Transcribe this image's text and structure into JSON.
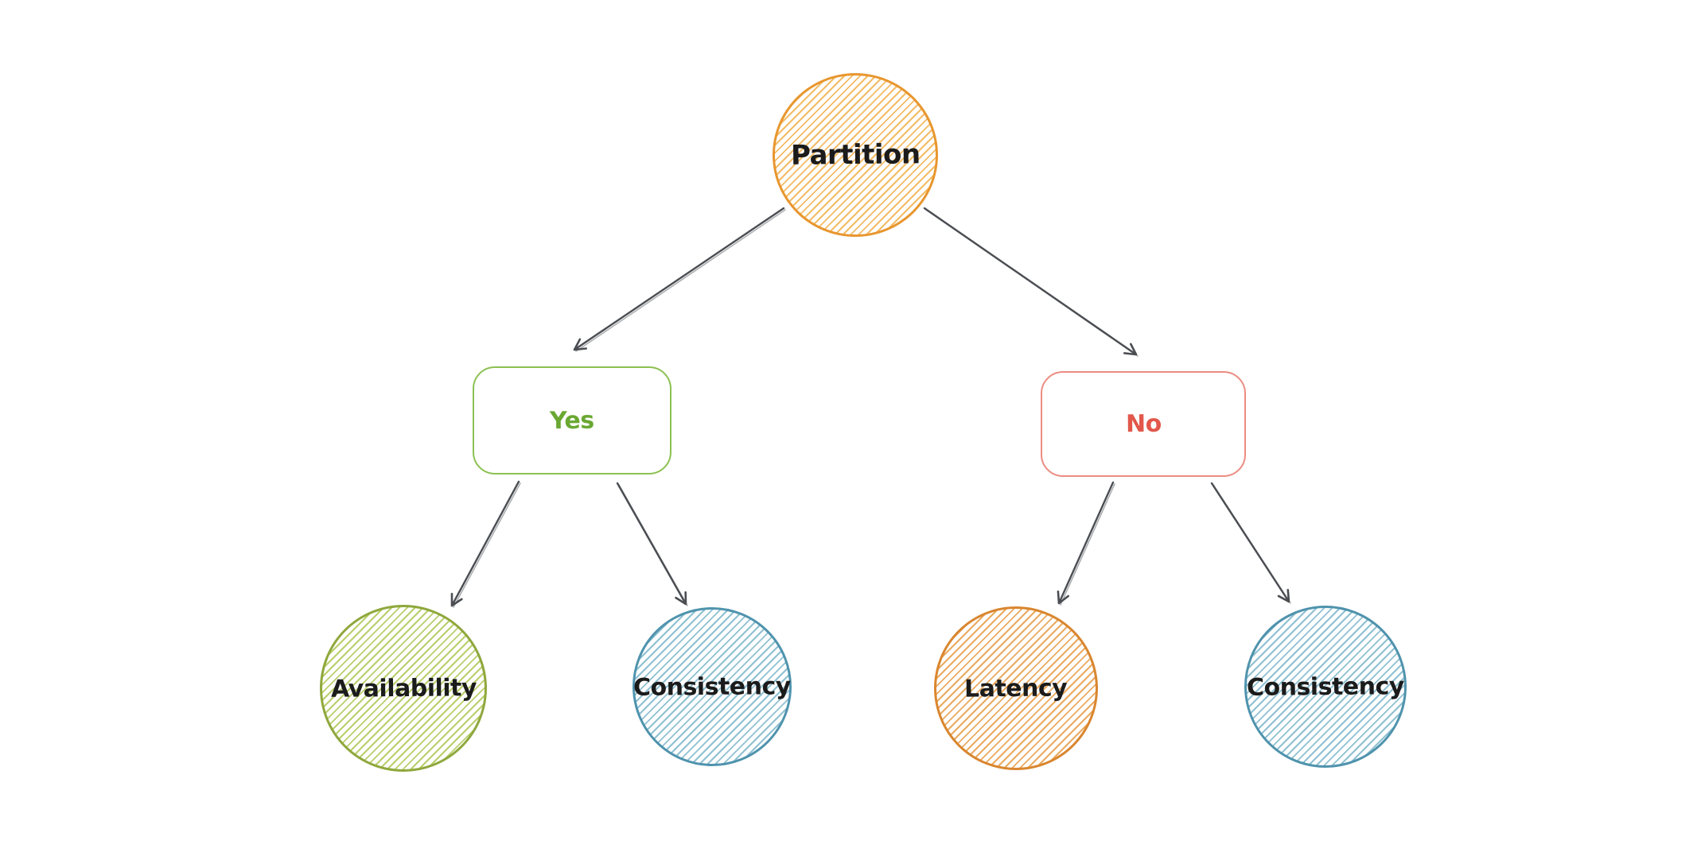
{
  "diagram": {
    "background": "#ffffff",
    "arrow_color": "#4a4d52",
    "nodes": [
      {
        "id": "partition",
        "label": "Partition",
        "shape": "ellipse",
        "stroke": "#e8962e",
        "hachure": "#f3bc66",
        "text_color": "#1b1b1b"
      },
      {
        "id": "yes",
        "label": "Yes",
        "shape": "rounded-rectangle",
        "stroke": "#8cc152",
        "hachure": "none",
        "text_color": "#6aa832"
      },
      {
        "id": "no",
        "label": "No",
        "shape": "rounded-rectangle",
        "stroke": "#ec8c82",
        "hachure": "none",
        "text_color": "#e2574a"
      },
      {
        "id": "availability",
        "label": "Availability",
        "shape": "ellipse",
        "stroke": "#8fa83d",
        "hachure": "#b9cf6c",
        "text_color": "#1b1b1b"
      },
      {
        "id": "consistency-p",
        "label": "Consistency",
        "shape": "ellipse",
        "stroke": "#4f93ad",
        "hachure": "#8fc0d2",
        "text_color": "#1b1b1b"
      },
      {
        "id": "latency",
        "label": "Latency",
        "shape": "ellipse",
        "stroke": "#d9862f",
        "hachure": "#eaaa60",
        "text_color": "#1b1b1b"
      },
      {
        "id": "consistency-e",
        "label": "Consistency",
        "shape": "ellipse",
        "stroke": "#4f93ad",
        "hachure": "#8fc0d2",
        "text_color": "#1b1b1b"
      }
    ],
    "edges": [
      {
        "from": "partition",
        "to": "yes"
      },
      {
        "from": "partition",
        "to": "no"
      },
      {
        "from": "yes",
        "to": "availability"
      },
      {
        "from": "yes",
        "to": "consistency-p"
      },
      {
        "from": "no",
        "to": "latency"
      },
      {
        "from": "no",
        "to": "consistency-e"
      }
    ]
  }
}
